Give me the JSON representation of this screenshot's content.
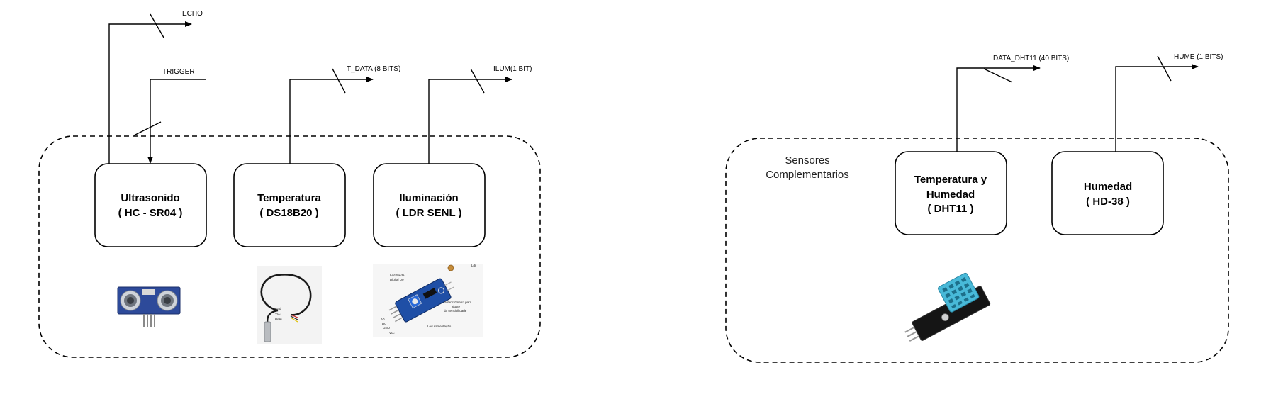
{
  "signals": {
    "echo": "ECHO",
    "trigger": "TRIGGER",
    "t_data": "T_DATA (8 BITS)",
    "ilum": "ILUM(1 BIT)",
    "data_dht11": "DATA_DHT11 (40 BITS)",
    "hume": "HUME (1 BITS)"
  },
  "groups": {
    "complementary_label_line1": "Sensores",
    "complementary_label_line2": "Complementarios"
  },
  "boxes": {
    "ultrasonido": [
      "Ultrasonido",
      "( HC - SR04 )"
    ],
    "temperatura": [
      "Temperatura",
      "( DS18B20 )"
    ],
    "iluminacion": [
      "Iluminación",
      "( LDR SENL )"
    ],
    "dht11": [
      "Temperatura y",
      "Humedad",
      "( DHT11 )"
    ],
    "humedad": [
      "Humedad",
      "( HD-38 )"
    ]
  },
  "ldr_module_labels": {
    "ldr": "Ldr",
    "led_salida_1": "Led Saída",
    "led_salida_2": "Digital D0",
    "pot_1": "Potenciômetro para",
    "pot_2": "ajuste",
    "pot_3": "da sensibilidade",
    "led_alim": "Led Alimentação",
    "a0": "A0",
    "d0": "D0",
    "gnd": "GND",
    "vcc": "Vcc"
  },
  "ds18b20_wire_labels": [
    "Gnd",
    "Vcc",
    "Data"
  ],
  "colors": {
    "stroke": "#000000",
    "hcsr04_board": "#2d4a9a",
    "dht11_body": "#48b9d8",
    "ldr_board": "#1f4fa6"
  },
  "icons": {
    "hcsr04": "ultrasonic-sensor-photo",
    "ds18b20": "temperature-probe-photo",
    "ldr": "ldr-module-photo",
    "dht11": "dht11-module-photo"
  }
}
